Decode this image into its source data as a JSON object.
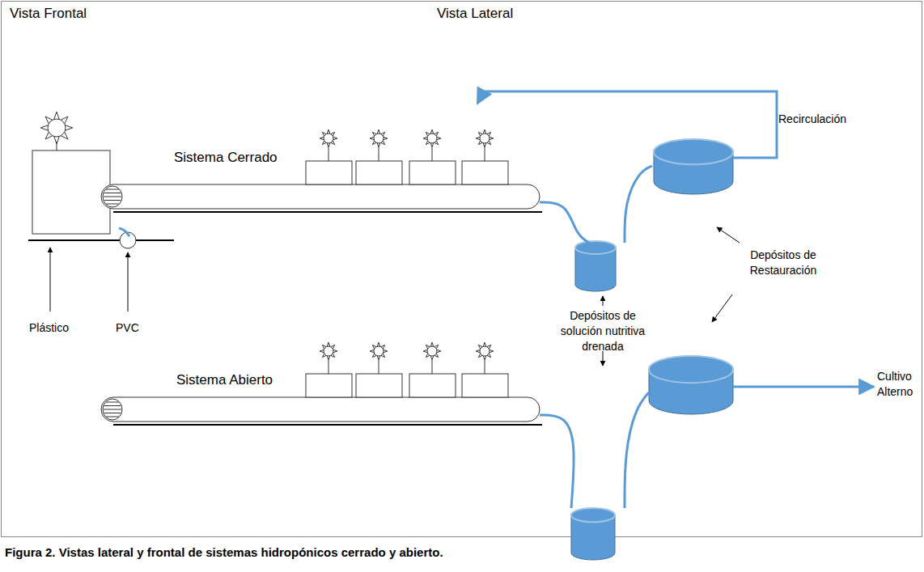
{
  "diagram": {
    "caption": "Figura 2. Vistas lateral y frontal de sistemas hidropónicos cerrado y abierto.",
    "labels": [
      "Vista Frontal",
      "Vista Lateral",
      "Recirculación",
      "Sistema Cerrado",
      "Depósitos de Restauración",
      "Depósitos de solución nutritiva drenada",
      "Sistema Abierto",
      "Cultivo Alterno",
      "Plástico",
      "PVC"
    ]
  }
}
